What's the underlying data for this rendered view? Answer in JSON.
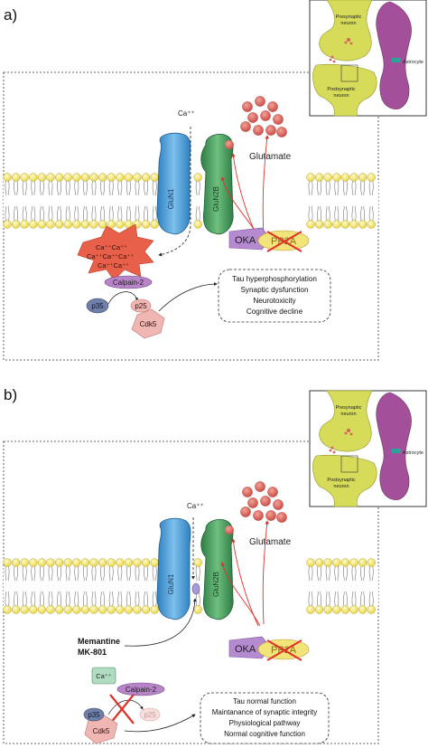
{
  "panel_a": {
    "label": "a)",
    "inset": {
      "presynaptic": [
        "Presynaptic",
        "neuron"
      ],
      "postsynaptic": [
        "Postsynaptic",
        "neuron"
      ],
      "astrocyte": "Astrocyte"
    },
    "ca_label": "Ca⁺⁺",
    "glutamate": "Glutamate",
    "gluN1": "GluN1",
    "gluN2B": "GluN2B",
    "oka": "OKA",
    "pp2a": "PP2A",
    "ca_cluster": [
      "Ca⁺⁺Ca⁺⁺",
      "Ca⁺⁺Ca⁺⁺Ca⁺⁺",
      "Ca⁺⁺Ca⁺⁺"
    ],
    "calpain": "Calpain-2",
    "p35": "p35",
    "p25": "p25",
    "cdk5": "Cdk5",
    "outcomes": [
      "Tau hyperphosphorylation",
      "Synaptic dysfunction",
      "Neurotoxicity",
      "Cognitive decline"
    ]
  },
  "panel_b": {
    "label": "b)",
    "inset": {
      "presynaptic": [
        "Presynaptic",
        "neuron"
      ],
      "postsynaptic": [
        "Postsynaptic",
        "neuron"
      ],
      "astrocyte": "Astrocyte"
    },
    "ca_label": "Ca⁺⁺",
    "glutamate": "Glutamate",
    "gluN1": "GluN1",
    "gluN2B": "GluN2B",
    "drugs": [
      "Memantine",
      "MK-801"
    ],
    "oka": "OKA",
    "pp2a": "PP2A",
    "ca_box": "Ca⁺⁺",
    "calpain": "Calpain-2",
    "p35": "p35",
    "p25": "p25",
    "cdk5": "Cdk5",
    "outcomes": [
      "Tau normal function",
      "Maintanance of synaptic integrity",
      "Physiological pathway",
      "Normal cognitive function"
    ]
  },
  "colors": {
    "lipid_head": "#f2e34a",
    "gluN1": "#4a9fd8",
    "gluN2B": "#3f9a5a",
    "oka": "#b58ad0",
    "pp2a": "#f3e47a",
    "calpain": "#b884c8",
    "ca_burst": "#e8604a",
    "glutamate": "#d9605a",
    "cdk5": "#f0b6b2",
    "p35": "#6f7fa8",
    "inhibition": "#e0302a",
    "neuron": "#d6dc5a",
    "astrocyte": "#a34f9a"
  }
}
